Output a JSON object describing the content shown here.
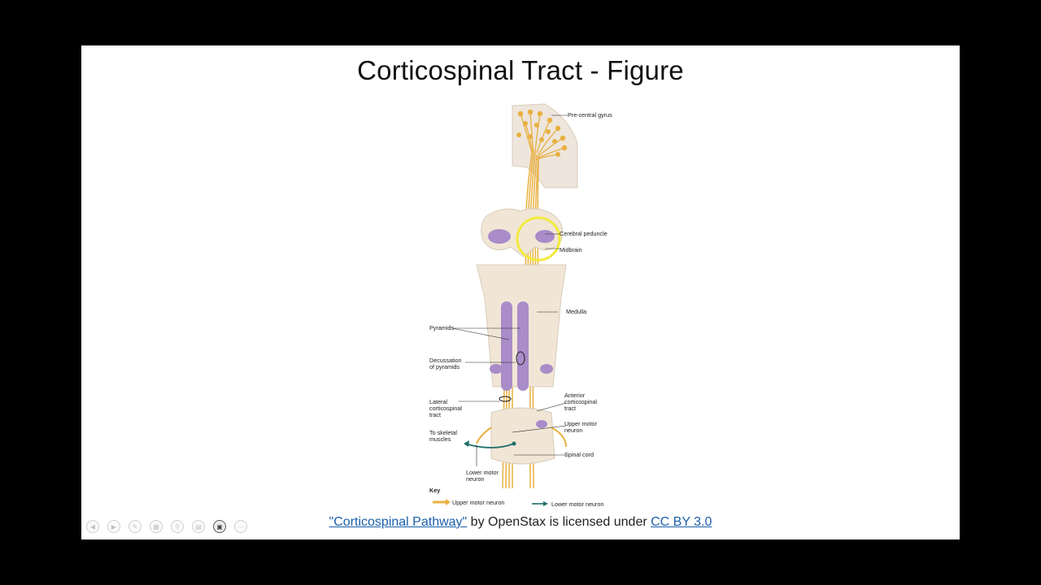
{
  "slide": {
    "title": "Corticospinal Tract - Figure"
  },
  "figure": {
    "labels": {
      "pre_central_gyrus": "Pre-central gyrus",
      "cerebral_peduncle": "Cerebral peduncle",
      "midbrain": "Midbrain",
      "medulla": "Medulla",
      "pyramids": "Pyramids",
      "decussation_line1": "Decussation",
      "decussation_line2": "of pyramids",
      "lateral_line1": "Lateral",
      "lateral_line2": "corticospinal",
      "lateral_line3": "tract",
      "anterior_line1": "Anterior",
      "anterior_line2": "corticospinal",
      "anterior_line3": "tract",
      "to_skeletal_line1": "To skeletal",
      "to_skeletal_line2": "muscles",
      "upper_motor_line1": "Upper motor",
      "upper_motor_line2": "neuron",
      "spinal_cord": "Spinal cord",
      "lower_motor_line1": "Lower motor",
      "lower_motor_line2": "neuron"
    },
    "key": {
      "title": "Key",
      "upper": "Upper motor neuron",
      "lower": "Lower motor neuron"
    },
    "colors": {
      "tract": "#e8b040",
      "tissue": "#f1e6d6",
      "purple": "#a98cc8",
      "lower_neuron": "#1f6e6a",
      "highlight": "#f3ea3c"
    }
  },
  "caption": {
    "link1": "\"Corticospinal Pathway\"",
    "middle": " by OpenStax is licensed under ",
    "link2": "CC BY 3.0"
  },
  "controls": [
    {
      "name": "previous-slide-button",
      "icon": "arrow-left-icon"
    },
    {
      "name": "next-slide-button",
      "icon": "arrow-right-icon"
    },
    {
      "name": "pen-tool-button",
      "icon": "pen-icon"
    },
    {
      "name": "see-all-slides-button",
      "icon": "grid-icon"
    },
    {
      "name": "zoom-button",
      "icon": "magnifier-icon"
    },
    {
      "name": "subtitles-button",
      "icon": "subtitles-icon"
    },
    {
      "name": "camera-button",
      "icon": "camera-icon"
    },
    {
      "name": "more-options-button",
      "icon": "ellipsis-icon"
    }
  ]
}
